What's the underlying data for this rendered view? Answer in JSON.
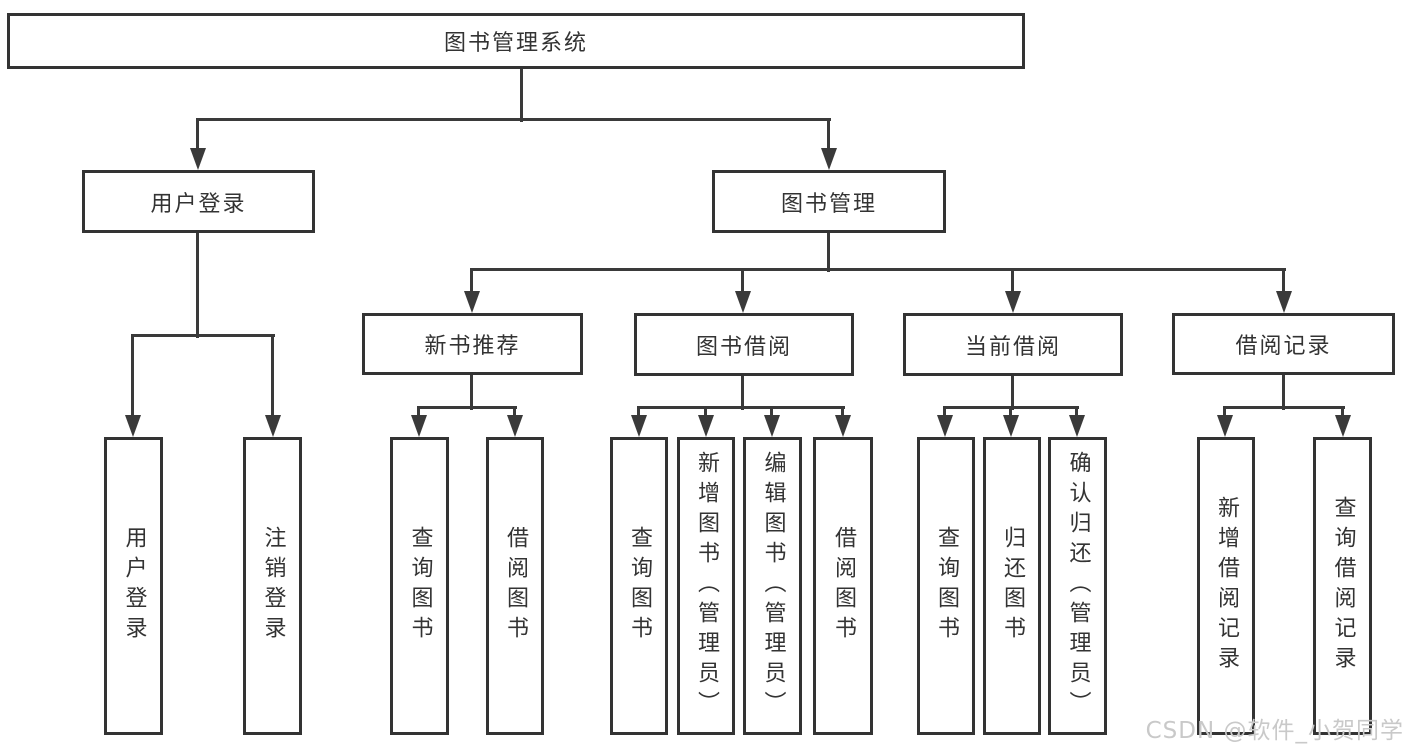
{
  "colors": {
    "line": "#3a3a3a",
    "border": "#333333",
    "text": "#333333",
    "background": "#ffffff",
    "watermark": "#c9c9c9"
  },
  "watermark": {
    "text": "CSDN @软件_小贺同学"
  },
  "tree": {
    "label": "图书管理系统",
    "children": [
      {
        "label": "用户登录",
        "children": [
          {
            "label": "用户登录"
          },
          {
            "label": "注销登录"
          }
        ]
      },
      {
        "label": "图书管理",
        "children": [
          {
            "label": "新书推荐",
            "children": [
              {
                "label": "查询图书"
              },
              {
                "label": "借阅图书"
              }
            ]
          },
          {
            "label": "图书借阅",
            "children": [
              {
                "label": "查询图书"
              },
              {
                "label": "新增图书（管理员）"
              },
              {
                "label": "编辑图书（管理员）"
              },
              {
                "label": "借阅图书"
              }
            ]
          },
          {
            "label": "当前借阅",
            "children": [
              {
                "label": "查询图书"
              },
              {
                "label": "归还图书"
              },
              {
                "label": "确认归还（管理员）"
              }
            ]
          },
          {
            "label": "借阅记录",
            "children": [
              {
                "label": "新增借阅记录"
              },
              {
                "label": "查询借阅记录"
              }
            ]
          }
        ]
      }
    ]
  }
}
